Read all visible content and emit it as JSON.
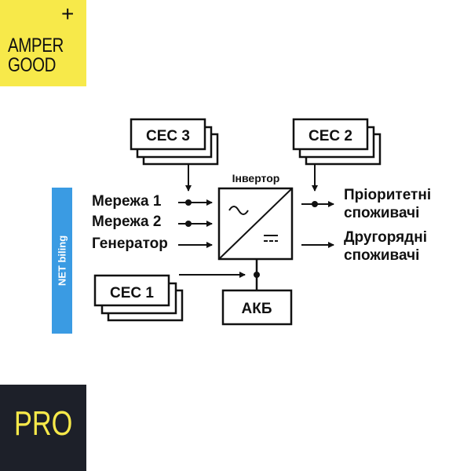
{
  "logo": {
    "line1": "AMPER",
    "line2": "GOOD",
    "plus": "+"
  },
  "badge": {
    "label": "PRO"
  },
  "side_bar": {
    "label": "NET biling"
  },
  "diagram": {
    "ces3": "СЕС 3",
    "ces2": "СЕС 2",
    "ces1": "СЕС 1",
    "inverter": "Інвертор",
    "battery": "АКБ",
    "inputs": [
      "Мережа 1",
      "Мережа 2",
      "Генератор"
    ],
    "priority": [
      "Пріоритетні",
      "споживачі"
    ],
    "secondary": [
      "Другорядні",
      "споживачі"
    ]
  },
  "colors": {
    "accent_yellow": "#f7e94a",
    "dark": "#1d2029",
    "blue": "#3a9be3"
  }
}
